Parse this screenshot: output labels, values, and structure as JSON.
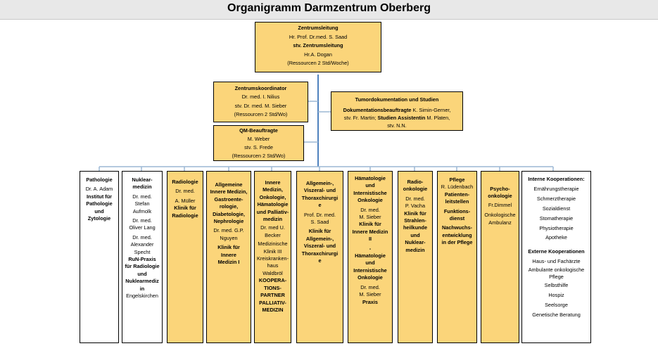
{
  "title": "Organigramm Darmzentrum Oberberg",
  "colors": {
    "box_fill": "#fbd57a",
    "connector": "#9bb7d4",
    "trunk": "#4f81bd"
  },
  "zentrumsleitung": {
    "l1": "Zentrumsleitung",
    "l2": "Hr. Prof. Dr.med. S. Saad",
    "l3": "stv. Zentrumsleitung",
    "l4": "Hr.A. Dogan",
    "l5": "(Ressourcen 2 Std/Woche)"
  },
  "koordinator": {
    "l1": "Zentrumskoordinator",
    "l2": "Dr. med. I. Nilius",
    "l3": "stv.  Dr. med. M. Sieber",
    "l4": "(Ressourcen 2 Std/Wo)"
  },
  "qm": {
    "l1": "QM-Beauftragte",
    "l2": "M. Weber",
    "l3": "stv. S. Frede",
    "l4": "(Ressourcen 2 Std/Wo)"
  },
  "tumordoku": {
    "l1": "Tumordokumentation und Studien",
    "l2a": "Dokumentationsbeauftragte",
    "l2b": " K. Simin-Gerner,",
    "l3a": "stv. Fr. Martin; ",
    "l3b": "Studien Assistentin",
    "l3c": " M. Platen,",
    "l4": "stv. N.N."
  },
  "pathologie": {
    "t": "Pathologie",
    "n": "Dr. A. Adam",
    "i1": "Institut für",
    "i2": "Pathologie",
    "i3": "und",
    "i4": "Zytologie"
  },
  "nuklear": {
    "t1": "Nuklear-",
    "t2": "medizin",
    "a1": "Dr. med.",
    "a2": "Stefan",
    "a3": "Aufmolk",
    "b1": "Dr. med.",
    "b2": "Oliver Lang",
    "c1": "Dr. med.",
    "c2": "Alexander",
    "c3": "Specht",
    "p1": "RuN-Praxis",
    "p2": "für Radiologie",
    "p3": "und",
    "p4": "Nuklearmediz",
    "p5": "in",
    "o": "Engelskirchen"
  },
  "radiologie": {
    "t": "Radiologie",
    "n1": "Dr. med.",
    "n2": "A. Müller",
    "k1": "Klinik für",
    "k2": "Radiologie"
  },
  "allg_innere": {
    "t1": "Allgemeine",
    "t2": "Innere Medizin,",
    "t3": "Gastroente-",
    "t4": "rologie,",
    "t5": "Diabetologie,",
    "t6": "Nephrologie",
    "n1": "Dr. med. G.P.",
    "n2": "Nguyen",
    "k1": "Klinik für",
    "k2": "Innere",
    "k3": "Medizin I"
  },
  "innere_onko": {
    "t1": "Innere",
    "t2": "Medizin,",
    "t3": "Onkologie,",
    "t4": "Hämatologie",
    "t5": "und Palliativ-",
    "t6": "medizin",
    "n1": "Dr. med U.",
    "n2": "Becker",
    "k1": "Medizinische",
    "k2": "Klinik III",
    "h1": "Kreiskranken-",
    "h2": "haus",
    "h3": "Waldbröl",
    "p1": "KOOPERA-",
    "p2": "TIONS-",
    "p3": "PARTNER",
    "p4": "PALLIATIV-",
    "p5": "MEDIZIN"
  },
  "viszeral": {
    "t1": "Allgemein-,",
    "t2": "Viszeral- und",
    "t3": "Thoraxchirurgi",
    "t4": "e",
    "n1": "Prof. Dr. med.",
    "n2": "S. Saad",
    "k1": "Klinik für",
    "k2": "Allgemein-,",
    "k3": "Viszeral- und",
    "k4": "Thoraxchirurgi",
    "k5": "e"
  },
  "haemato": {
    "t1": "Hämatologie",
    "t2": "und",
    "t3": "Internistische",
    "t4": "Onkologie",
    "n1": "Dr. med.",
    "n2": "M. Sieber",
    "k1": "Klinik für",
    "k2": "Innere Medizin",
    "k3": "II",
    "dash": "-",
    "s1": "Hämatologie",
    "s2": "und",
    "s3": "Internistische",
    "s4": "Onkologie",
    "m1": "Dr. med.",
    "m2": "M. Sieber",
    "p": "Praxis"
  },
  "radioonko": {
    "t1": "Radio-",
    "t2": "onkologie",
    "n1": "Dr. med.",
    "n2": "P. Vacha",
    "k1": "Klinik für",
    "k2": "Strahlen-",
    "k3": "heilkunde",
    "k4": "und",
    "k5": "Nuklear-",
    "k6": "medizin"
  },
  "pflege": {
    "t": "Pflege",
    "n": "R. Lüdenbach",
    "a1": "Patienten-",
    "a2": "leitstellen",
    "b1": "Funktions-",
    "b2": "dienst",
    "c1": "Nachwuchs-",
    "c2": "entwicklung",
    "c3": "in der Pflege"
  },
  "psycho": {
    "t1": "Psycho-",
    "t2": "onkologie",
    "n": "Fr.Dimmel",
    "a1": "Onkologische",
    "a2": "Ambulanz"
  },
  "kooperationen": {
    "int_title": "Interne Kooperationen:",
    "internal": [
      "Ernährungstherapie",
      "Schmerztherapie",
      "Sozialdienst",
      "Stomatherapie",
      "Physiotherapie",
      "Apotheke"
    ],
    "ext_title": "Externe Kooperationen",
    "external": [
      "Haus- und Fachärzte",
      "Ambulante onkologische",
      "Pflege",
      "Selbsthilfe",
      "Hospiz",
      "Seelsorge",
      "Genetische Beratung"
    ]
  }
}
